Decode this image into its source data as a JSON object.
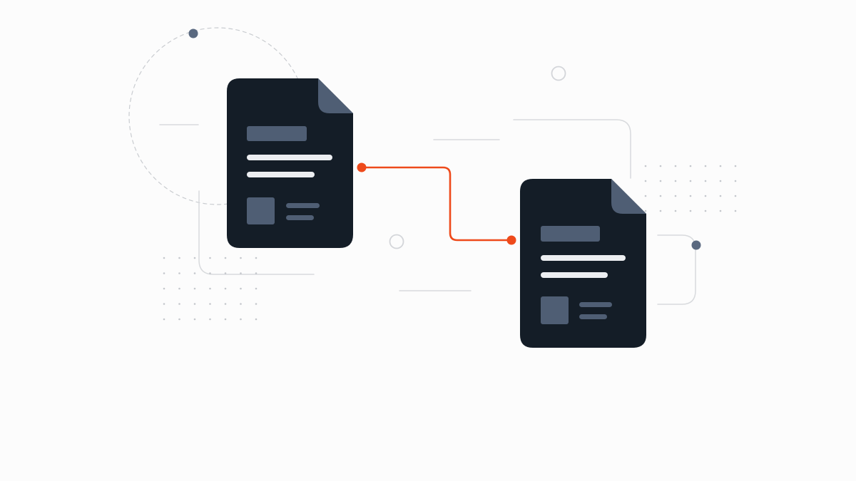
{
  "illustration": {
    "subject": "document-to-document-link",
    "documents": [
      {
        "id": "source-document"
      },
      {
        "id": "target-document"
      }
    ],
    "connector": {
      "present": true
    }
  },
  "colors": {
    "background": "#fcfcfc",
    "document_body": "#141d27",
    "document_fold": "#4f5e74",
    "placeholder_block": "#4f5e74",
    "placeholder_line_light": "#eceef1",
    "placeholder_line_muted": "#4f5e74",
    "connector_accent": "#ee4a1b",
    "decor_line": "#d8dadd",
    "decor_dashed": "#c9ccd0",
    "decor_dot_grid": "#c4c7cc",
    "decor_node": "#5a6980",
    "decor_ring": "#d3d5d9"
  },
  "icons": [
    "document-icon",
    "folded-corner-icon",
    "connector-endpoint-icon",
    "node-dot-icon",
    "ring-icon"
  ]
}
